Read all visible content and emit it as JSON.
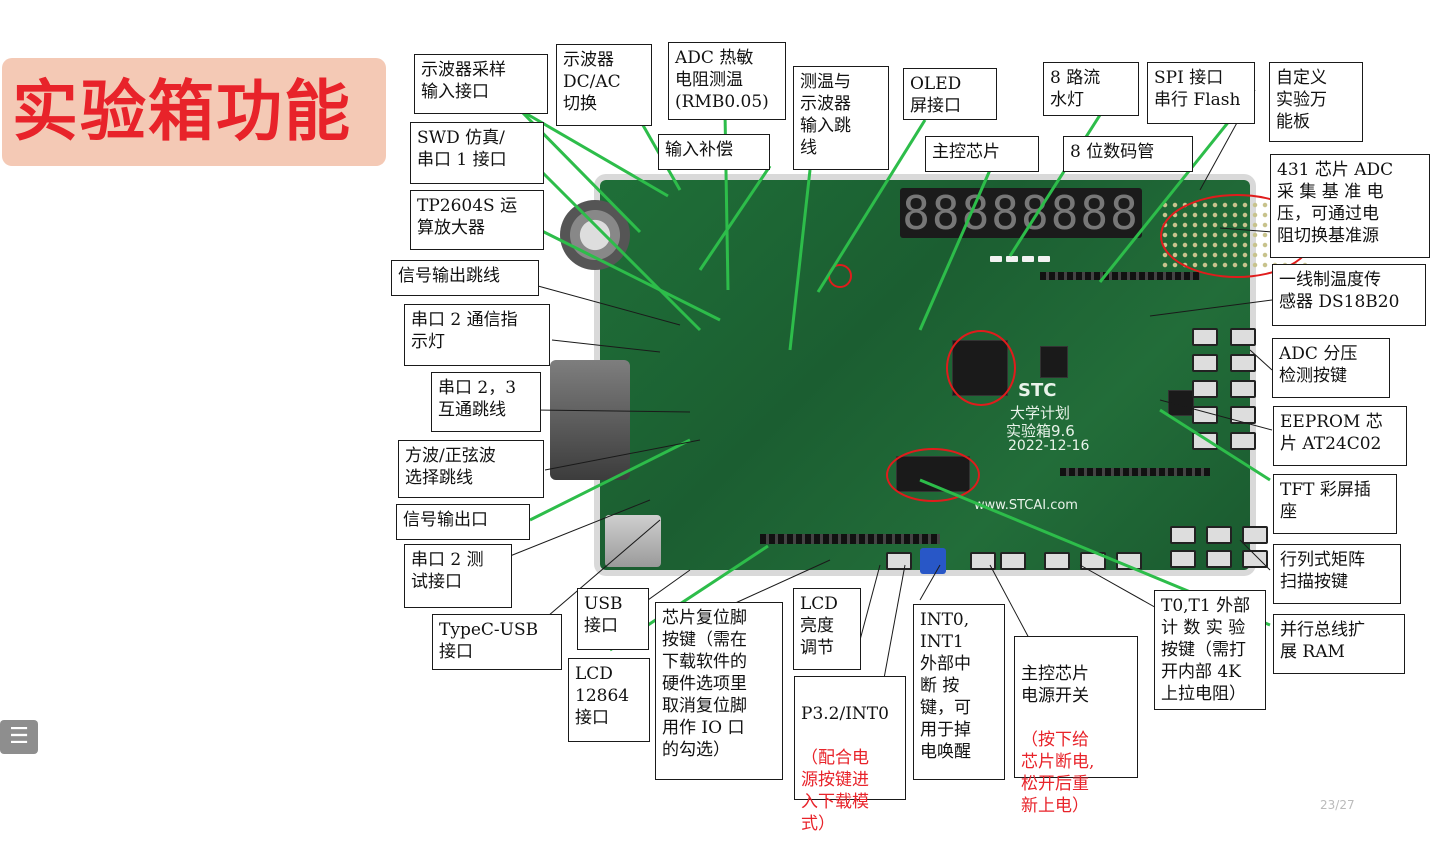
{
  "title": "实验箱功能",
  "menu_icon": "list-icon",
  "slide_number": "23/27",
  "accent_color": "#e8232a",
  "leader_color": "#2dbd4a",
  "board": {
    "silk_brand": "STC",
    "silk_line1": "大学计划",
    "silk_line2": "实验箱9.6",
    "silk_date": "2022-12-16",
    "silk_url": "www.STCAI.com",
    "segment_text": "88888888"
  },
  "labels": [
    {
      "id": "scope-sample-input",
      "text": "示波器采样\n输入接口"
    },
    {
      "id": "scope-dc-ac",
      "text": "示波器\nDC/AC\n切换"
    },
    {
      "id": "adc-thermistor",
      "text": "ADC 热敏\n电阻测温\n(RMB0.05)"
    },
    {
      "id": "temp-scope-jumper",
      "text": "测温与\n示波器\n输入跳\n线"
    },
    {
      "id": "oled-port",
      "text": "OLED\n屏接口"
    },
    {
      "id": "led-chaser",
      "text": "8 路流\n水灯"
    },
    {
      "id": "spi-flash",
      "text": "SPI 接口\n串行 Flash"
    },
    {
      "id": "custom-board",
      "text": "自定义\n实验万\n能板"
    },
    {
      "id": "input-compensation",
      "text": "输入补偿"
    },
    {
      "id": "main-chip",
      "text": "主控芯片"
    },
    {
      "id": "seg-display",
      "text": "8 位数码管"
    },
    {
      "id": "swd-uart1",
      "text": "SWD 仿真/\n串口 1 接口"
    },
    {
      "id": "tp2604s",
      "text": "TP2604S 运\n算放大器"
    },
    {
      "id": "tl431",
      "text": "431 芯片 ADC\n采 集 基 准 电\n压，可通过电\n阻切换基准源"
    },
    {
      "id": "signal-out-jumper",
      "text": "信号输出跳线"
    },
    {
      "id": "ds18b20",
      "text": "一线制温度传\n感器 DS18B20"
    },
    {
      "id": "uart2-led",
      "text": "串口 2 通信指\n示灯"
    },
    {
      "id": "adc-keys",
      "text": "ADC 分压\n检测按键"
    },
    {
      "id": "uart23-jumper",
      "text": "串口 2，3\n互通跳线"
    },
    {
      "id": "eeprom",
      "text": "EEPROM 芯\n片 AT24C02"
    },
    {
      "id": "wave-jumper",
      "text": "方波/正弦波\n选择跳线"
    },
    {
      "id": "tft-socket",
      "text": "TFT 彩屏插\n座"
    },
    {
      "id": "signal-out-port",
      "text": "信号输出口"
    },
    {
      "id": "matrix-keys",
      "text": "行列式矩阵\n扫描按键"
    },
    {
      "id": "uart2-test",
      "text": "串口 2 测\n试接口"
    },
    {
      "id": "usb-port",
      "text": "USB\n接口"
    },
    {
      "id": "typec-usb",
      "text": "TypeC-USB\n接口"
    },
    {
      "id": "reset-key",
      "text": "芯片复位脚\n按键（需在\n下载软件的\n硬件选项里\n取消复位脚\n用作 IO 口\n的勾选）"
    },
    {
      "id": "lcd-contrast",
      "text": "LCD\n亮度\n调节"
    },
    {
      "id": "int-keys",
      "text": "INT0,\nINT1\n外部中\n断 按\n键，可\n用于掉\n电唤醒"
    },
    {
      "id": "t0t1-keys",
      "text": "T0,T1 外部\n计 数 实 验\n按键（需打\n开内部 4K\n上拉电阻）"
    },
    {
      "id": "parallel-ram",
      "text": "并行总线扩\n展 RAM"
    },
    {
      "id": "lcd12864",
      "text": "LCD\n12864\n接口"
    },
    {
      "id": "p32-int0-main",
      "text": "P3.2/INT0"
    },
    {
      "id": "p32-int0-note",
      "text": "（配合电\n源按键进\n入下载模\n式）"
    },
    {
      "id": "power-switch-main",
      "text": "主控芯片\n电源开关"
    },
    {
      "id": "power-switch-note",
      "text": "（按下给\n芯片断电,\n松开后重\n新上电）"
    }
  ]
}
